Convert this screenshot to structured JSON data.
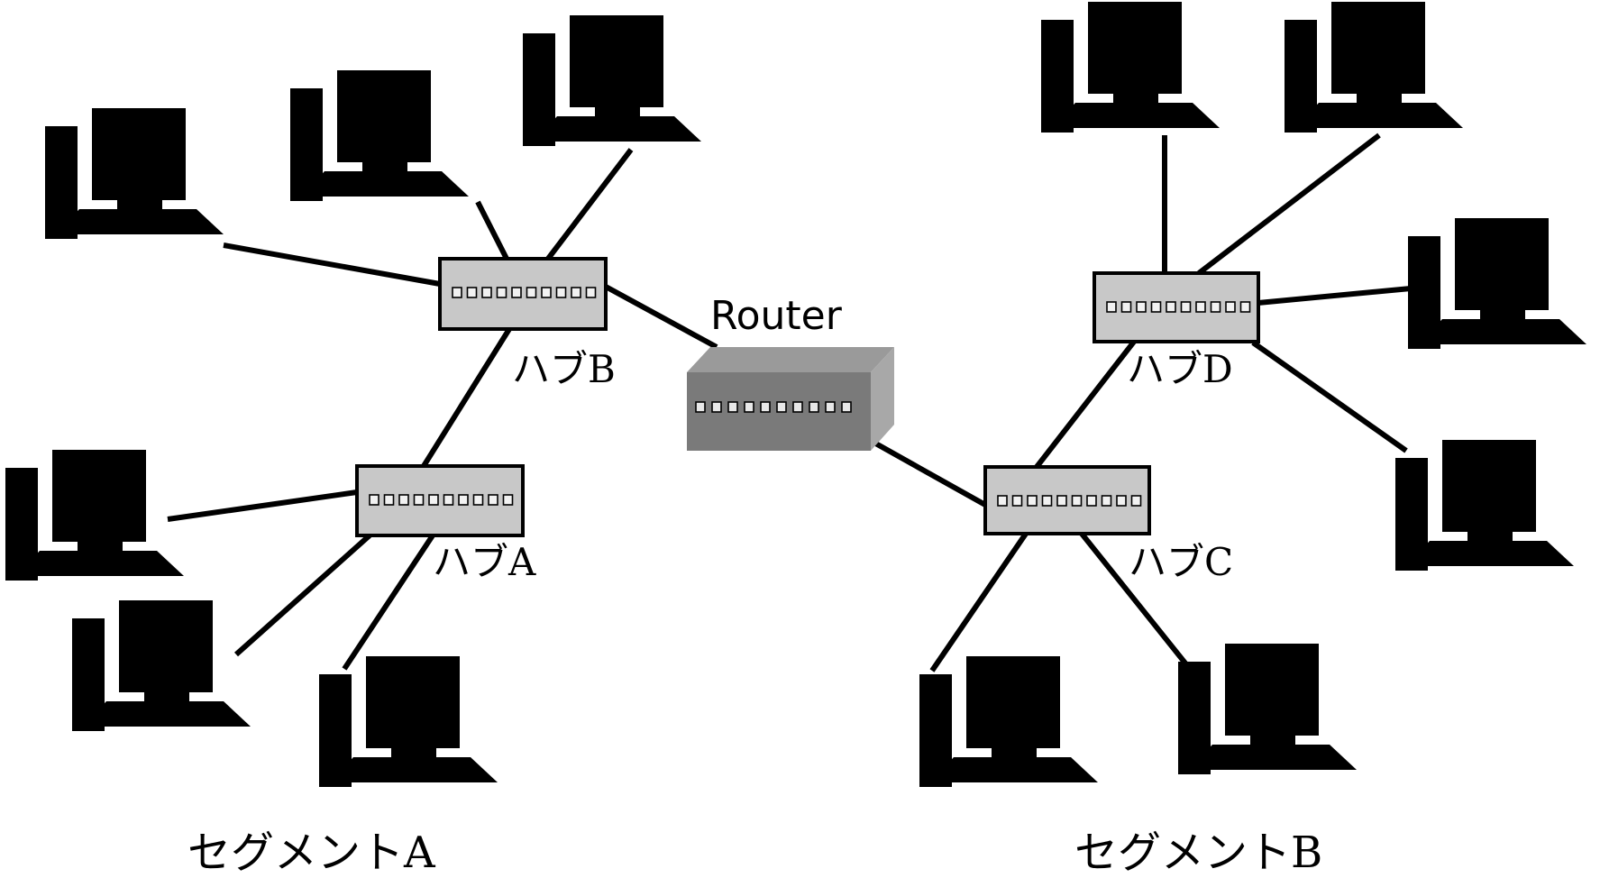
{
  "router": {
    "label": "Router"
  },
  "hubs": {
    "a": {
      "label": "ハブA"
    },
    "b": {
      "label": "ハブB"
    },
    "c": {
      "label": "ハブC"
    },
    "d": {
      "label": "ハブD"
    }
  },
  "segments": {
    "a": {
      "label": "セグメントA"
    },
    "b": {
      "label": "セグメントB"
    }
  },
  "colors": {
    "hub_fill": "#c8c8c8",
    "router_front": "#7a7a7a",
    "router_top": "#9a9a9a",
    "router_side": "#a8a8a8",
    "link": "#000000"
  },
  "icons": {
    "computer": "computer-icon",
    "hub": "network-hub-icon",
    "router": "router-icon"
  },
  "computer_count": {
    "segment_a": 6,
    "segment_b": 6
  }
}
